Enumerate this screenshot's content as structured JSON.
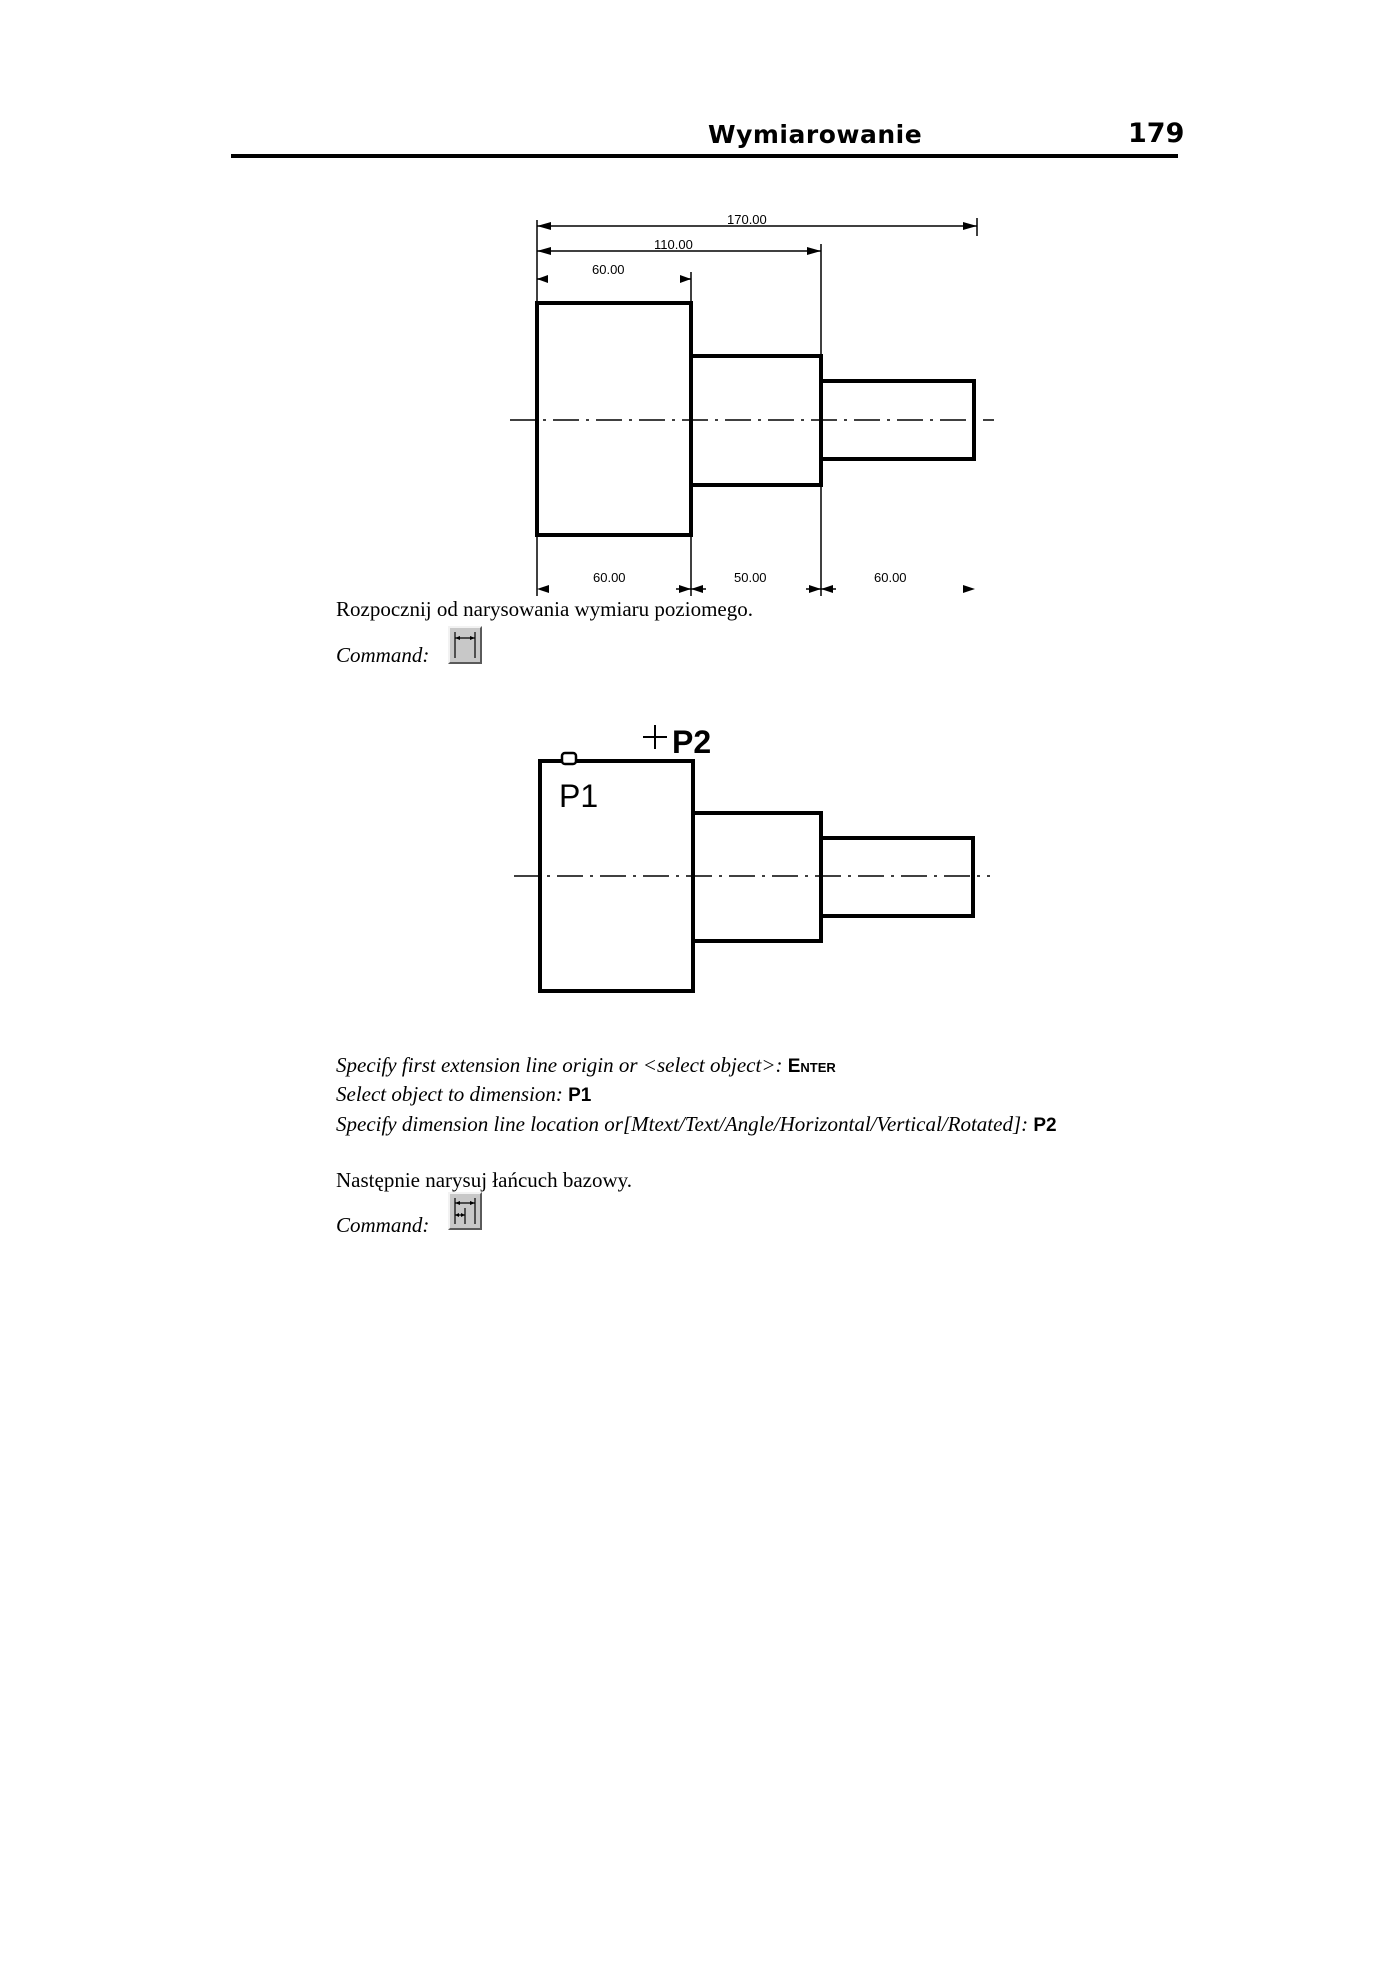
{
  "header": {
    "section_title": "Wymiarowanie",
    "page_number": "179"
  },
  "figure1": {
    "dimensions": {
      "overall": "170.00",
      "second": "110.00",
      "first": "60.00",
      "bottom_left": "60.00",
      "bottom_middle": "50.00",
      "bottom_right": "60.00"
    }
  },
  "text1": "Rozpocznij od narysowania wymiaru poziomego.",
  "command1": {
    "label": "Command:",
    "icon": "linear-dimension-icon"
  },
  "figure2": {
    "point1": "P1",
    "point2": "P2"
  },
  "prompts": [
    {
      "prompt": "Specify first extension line origin or <select object>:",
      "response": "Enter"
    },
    {
      "prompt": "Select object to dimension:",
      "response": "P1"
    },
    {
      "prompt": "Specify dimension line location or[Mtext/Text/Angle/Horizontal/Vertical/Rotated]:",
      "response": "P2"
    }
  ],
  "text2": "Następnie narysuj łańcuch bazowy.",
  "command2": {
    "label": "Command:",
    "icon": "baseline-dimension-icon"
  }
}
